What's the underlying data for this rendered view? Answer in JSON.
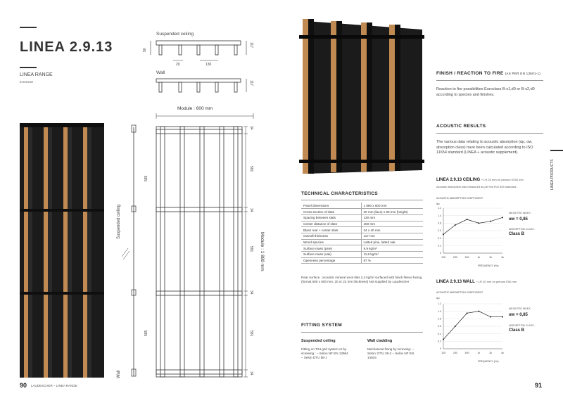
{
  "left": {
    "title": "LINEA 2.9.13",
    "range": "LINEA RANGE",
    "subrange": "INTERIOR",
    "section_ceiling_label": "Suspended ceiling",
    "section_wall_label": "Wall",
    "dim_90": "90",
    "dim_117": "117",
    "dim_117b": "117",
    "dim_20": "20",
    "dim_130": "130",
    "module_label": "Module : 600 mm",
    "side_label_ceiling": "Suspended ceiling",
    "side_label_wall": "Wall",
    "side_dim_top": "585",
    "side_dim_bottom": "585",
    "right_dims": [
      "34",
      "581",
      "34",
      "581",
      "34",
      "581",
      "34"
    ],
    "module_vertical": "Module : 1 880 mm",
    "footer_page": "90",
    "footer_text": "LAUDESCHER – LINEA RANGE"
  },
  "right": {
    "fire_title": "FINISH / REACTION TO FIRE",
    "fire_title_small": "(AS PER EN 13501-1)",
    "fire_text": "Reaction to fire possibilities Euroclass B-s1,d0 or B-s2,d0 according to species and finishes.",
    "acoustic_title": "ACOUSTIC RESULTS",
    "acoustic_text": "The various data relating to acoustic absorption (αp, αw, absorption class) have been calculated according to ISO 11654 standard (LINEA + acoustic supplement).",
    "side_tab": "LINEA PRODUCTS",
    "tech_title": "TECHNICAL CHARACTERISTICS",
    "tech_rows": [
      [
        "Panel dimensions",
        "1 880 x 600 mm"
      ],
      [
        "Cross-section of slats",
        "20 mm (face) x 90 mm (height)"
      ],
      [
        "Spacing between slats",
        "130 mm"
      ],
      [
        "Center distance of slats",
        "150 mm"
      ],
      [
        "Black rear + center slats",
        "34 x 40 mm"
      ],
      [
        "Overall thickness",
        "117 mm"
      ],
      [
        "Wood species",
        "Latted pine, latted oak"
      ],
      [
        "Surface mass (pine)",
        "9.9 kg/m²"
      ],
      [
        "Surface mass (oak)",
        "11,8 kg/m²"
      ],
      [
        "Openness percentage",
        "87 %"
      ]
    ],
    "tech_note": "Rear surface : acoustic mineral wool tiles 2,4 kg/m² surfaced with black fleece facing (format 600 x 600 mm, 20 or 22 mm thickness) Not supplied by Laudescher",
    "fitting_title": "FITTING SYSTEM",
    "fit_ceiling_title": "Suspended ceiling",
    "fit_ceiling_text": "Fitting on T24 grid system or by screwing : – Selon NF EN 13964 – Selon DTU 58-1",
    "fit_wall_title": "Wall cladding",
    "fit_wall_text": "Mechanical fixing by screwing: – Selon: DTU 36-2 – Selon NF EN 14915",
    "page_number": "91"
  },
  "chart_data": [
    {
      "type": "line",
      "title": "LINEA 2.9.13 CEILING",
      "title_suffix": "+ LR 20 mm on plenum E250 mm",
      "subtitle": "Acoustic absorption was measured as per the ISO 354 standard.",
      "ylabel": "ACOUSTIC ABSORPTION COEFFICIENT",
      "ysymbol": "αp",
      "xlabel": "FREQUENCY (Hz)",
      "categories": [
        "125",
        "250",
        "500",
        "1k",
        "2k",
        "4k"
      ],
      "values": [
        0.5,
        0.75,
        0.9,
        0.8,
        0.85,
        0.95
      ],
      "ylim": [
        0,
        1.2
      ],
      "yticks": [
        "0",
        "0.2",
        "0.4",
        "0.6",
        "0.8",
        "1.0",
        "1.2"
      ],
      "weighted_label": "WEIGHTED INDEX :",
      "weighted_value": "αw = 0,85",
      "class_label": "ABSORPTION CLASS :",
      "class_value": "Class B"
    },
    {
      "type": "line",
      "title": "LINEA 2.9.13 WALL",
      "title_suffix": "+ LR 20 mm on plenum E50 mm",
      "ylabel": "ACOUSTIC ABSORPTION COEFFICIENT",
      "ysymbol": "αp",
      "xlabel": "FREQUENCY (Hz)",
      "categories": [
        "125",
        "250",
        "500",
        "1k",
        "2k",
        "4k"
      ],
      "values": [
        0.25,
        0.6,
        0.95,
        1.0,
        0.85,
        0.85
      ],
      "ylim": [
        0,
        1.2
      ],
      "yticks": [
        "0",
        "0.2",
        "0.4",
        "0.6",
        "0.8",
        "1.0",
        "1.2"
      ],
      "weighted_label": "WEIGHTED INDEX :",
      "weighted_value": "αw = 0,85",
      "class_label": "ABSORPTION CLASS :",
      "class_value": "Class B"
    }
  ],
  "colors": {
    "wood": "#c08a52",
    "black": "#1b1b1b",
    "line": "#333333"
  }
}
